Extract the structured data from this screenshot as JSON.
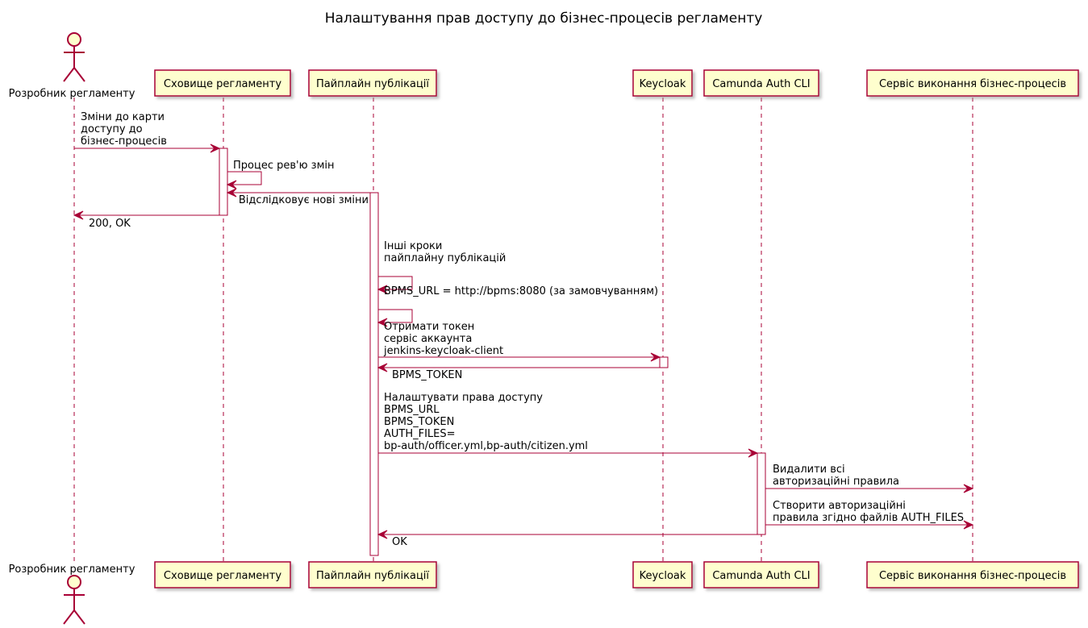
{
  "title": "Налаштування прав доступу до бізнес-процесів регламенту",
  "participants": [
    {
      "id": "dev",
      "label": "Розробник регламенту",
      "kind": "actor"
    },
    {
      "id": "repo",
      "label": "Сховище регламенту",
      "kind": "participant"
    },
    {
      "id": "pipe",
      "label": "Пайплайн публікації",
      "kind": "participant"
    },
    {
      "id": "kc",
      "label": "Keycloak",
      "kind": "participant"
    },
    {
      "id": "cli",
      "label": "Camunda Auth CLI",
      "kind": "participant"
    },
    {
      "id": "bpms",
      "label": "Сервіс виконання бізнес-процесів",
      "kind": "participant"
    }
  ],
  "messages": [
    {
      "from": "dev",
      "to": "repo",
      "lines": [
        "Зміни до карти",
        "доступу до",
        "бізнес-процесів"
      ]
    },
    {
      "from": "repo",
      "to": "repo",
      "lines": [
        "Процес рев'ю змін"
      ]
    },
    {
      "from": "pipe",
      "to": "repo",
      "lines": [
        "Відслідковує нові зміни"
      ]
    },
    {
      "from": "repo",
      "to": "dev",
      "lines": [
        "200, OK"
      ]
    },
    {
      "from": "pipe",
      "to": "pipe",
      "lines": [
        "Інші кроки",
        "пайплайну публікацій"
      ]
    },
    {
      "from": "pipe",
      "to": "pipe",
      "lines": [
        "BPMS_URL = http://bpms:8080 (за замовчуванням)"
      ]
    },
    {
      "from": "pipe",
      "to": "kc",
      "lines": [
        "Отримати токен",
        "сервіс аккаунта",
        "jenkins-keycloak-client"
      ]
    },
    {
      "from": "kc",
      "to": "pipe",
      "lines": [
        "BPMS_TOKEN"
      ]
    },
    {
      "from": "pipe",
      "to": "cli",
      "lines": [
        "Налаштувати права доступу",
        "BPMS_URL",
        "BPMS_TOKEN",
        "AUTH_FILES=",
        "bp-auth/officer.yml,bp-auth/citizen.yml"
      ]
    },
    {
      "from": "cli",
      "to": "bpms",
      "lines": [
        "Видалити всі",
        "авторизаційні правила"
      ]
    },
    {
      "from": "cli",
      "to": "bpms",
      "lines": [
        "Створити авторизаційні",
        "правила згідно файлів AUTH_FILES"
      ]
    },
    {
      "from": "cli",
      "to": "pipe",
      "lines": [
        "OK"
      ]
    }
  ],
  "colors": {
    "line": "#A80036",
    "box_fill": "#FEFECE",
    "activation_fill": "#FFFFFF",
    "shadow": "#C8C8C8"
  }
}
